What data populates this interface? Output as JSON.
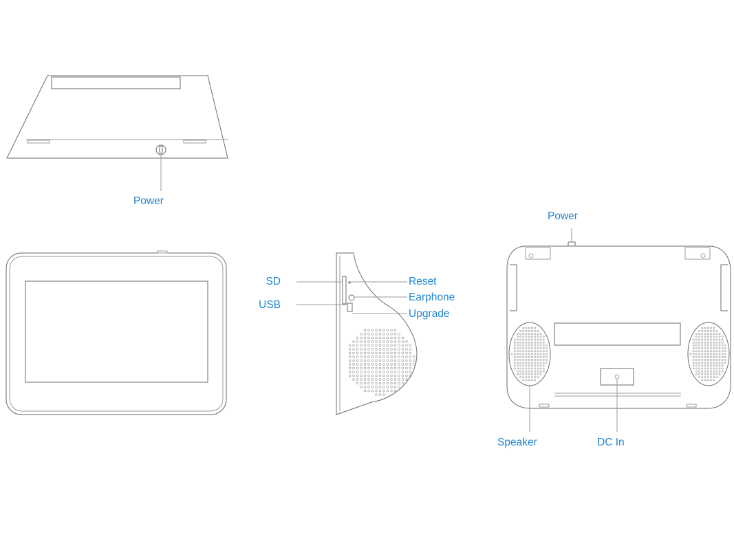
{
  "colors": {
    "label": "#1e86d0",
    "line": "#6a6a6a"
  },
  "labels": {
    "top_power": "Power",
    "sd": "SD",
    "usb": "USB",
    "reset": "Reset",
    "earphone": "Earphone",
    "upgrade": "Upgrade",
    "back_power": "Power",
    "speaker": "Speaker",
    "dc_in": "DC In"
  }
}
